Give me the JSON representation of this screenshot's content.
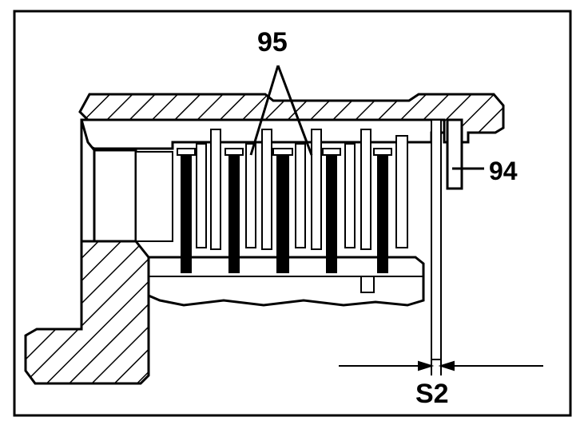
{
  "labels": {
    "top_callout": "95",
    "side_callout": "94",
    "gap_dimension": "S2"
  },
  "colors": {
    "ink": "#000000",
    "paper": "#ffffff"
  }
}
